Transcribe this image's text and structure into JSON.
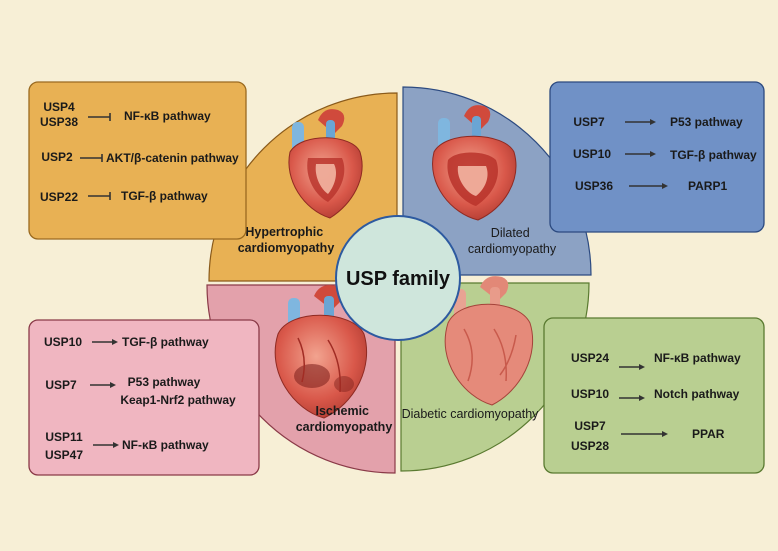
{
  "center": {
    "label": "USP family"
  },
  "colors": {
    "background": "#f7efd6",
    "hypertrophic": "#e8b154",
    "dilated": "#8ca2c4",
    "ischemic": "#e3a1ab",
    "diabetic": "#b9cf91",
    "center_fill": "#cfe6dc",
    "center_stroke": "#2d5aa0"
  },
  "quadrants": {
    "hypertrophic": {
      "lines": [
        "Hypertrophic",
        "cardiomyopathy"
      ]
    },
    "dilated": {
      "lines": [
        "Dilated",
        "cardiomyopathy"
      ]
    },
    "ischemic": {
      "lines": [
        "Ischemic",
        "cardiomyopathy"
      ]
    },
    "diabetic": {
      "lines": [
        "Diabetic cardiomyopathy"
      ]
    }
  },
  "boxes": {
    "hypertrophic": [
      {
        "usps": [
          "USP4",
          "USP38"
        ],
        "targets": [
          "NF-κB pathway"
        ]
      },
      {
        "usps": [
          "USP2"
        ],
        "targets": [
          "AKT/β-catenin pathway"
        ]
      },
      {
        "usps": [
          "USP22"
        ],
        "targets": [
          "TGF-β pathway"
        ]
      }
    ],
    "dilated": [
      {
        "usps": [
          "USP7"
        ],
        "targets": [
          "P53 pathway"
        ]
      },
      {
        "usps": [
          "USP10"
        ],
        "targets": [
          "TGF-β pathway"
        ]
      },
      {
        "usps": [
          "USP36"
        ],
        "targets": [
          "PARP1"
        ]
      }
    ],
    "ischemic": [
      {
        "usps": [
          "USP10"
        ],
        "targets": [
          "TGF-β pathway"
        ]
      },
      {
        "usps": [
          "USP7"
        ],
        "targets": [
          "P53 pathway",
          "Keap1-Nrf2 pathway"
        ]
      },
      {
        "usps": [
          "USP11",
          "USP47"
        ],
        "targets": [
          "NF-κB pathway"
        ]
      }
    ],
    "diabetic": [
      {
        "usps": [
          "USP24"
        ],
        "targets": [
          "NF-κB pathway"
        ]
      },
      {
        "usps": [
          "USP10"
        ],
        "targets": [
          "Notch pathway"
        ]
      },
      {
        "usps": [
          "USP7",
          "USP28"
        ],
        "targets": [
          "PPAR"
        ]
      }
    ]
  }
}
